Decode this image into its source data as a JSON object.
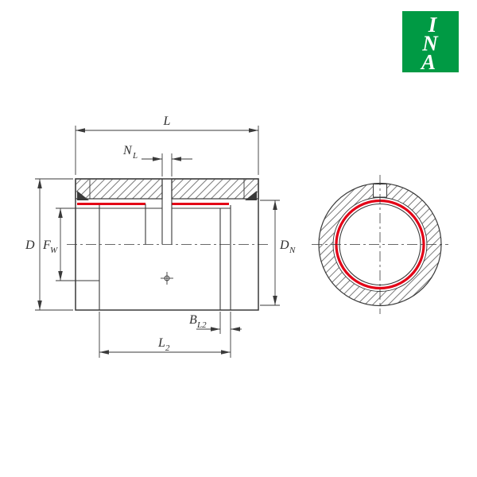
{
  "logo": {
    "letters": [
      "I",
      "N",
      "A"
    ]
  },
  "colors": {
    "line": "#3a3a3a",
    "seal_red": "#e30016",
    "logo_green": "#009a44",
    "logo_text": "#ffffff",
    "hatch": "#6a6a6a",
    "background": "#ffffff"
  },
  "dimensions": {
    "L": {
      "main": "L",
      "sub": ""
    },
    "NL": {
      "main": "N",
      "sub": "L"
    },
    "D": {
      "main": "D",
      "sub": ""
    },
    "FW": {
      "main": "F",
      "sub": "W"
    },
    "DN": {
      "main": "D",
      "sub": "N"
    },
    "BL2": {
      "main": "B",
      "sub": "L2"
    },
    "L2": {
      "main": "L",
      "sub": "2"
    }
  }
}
